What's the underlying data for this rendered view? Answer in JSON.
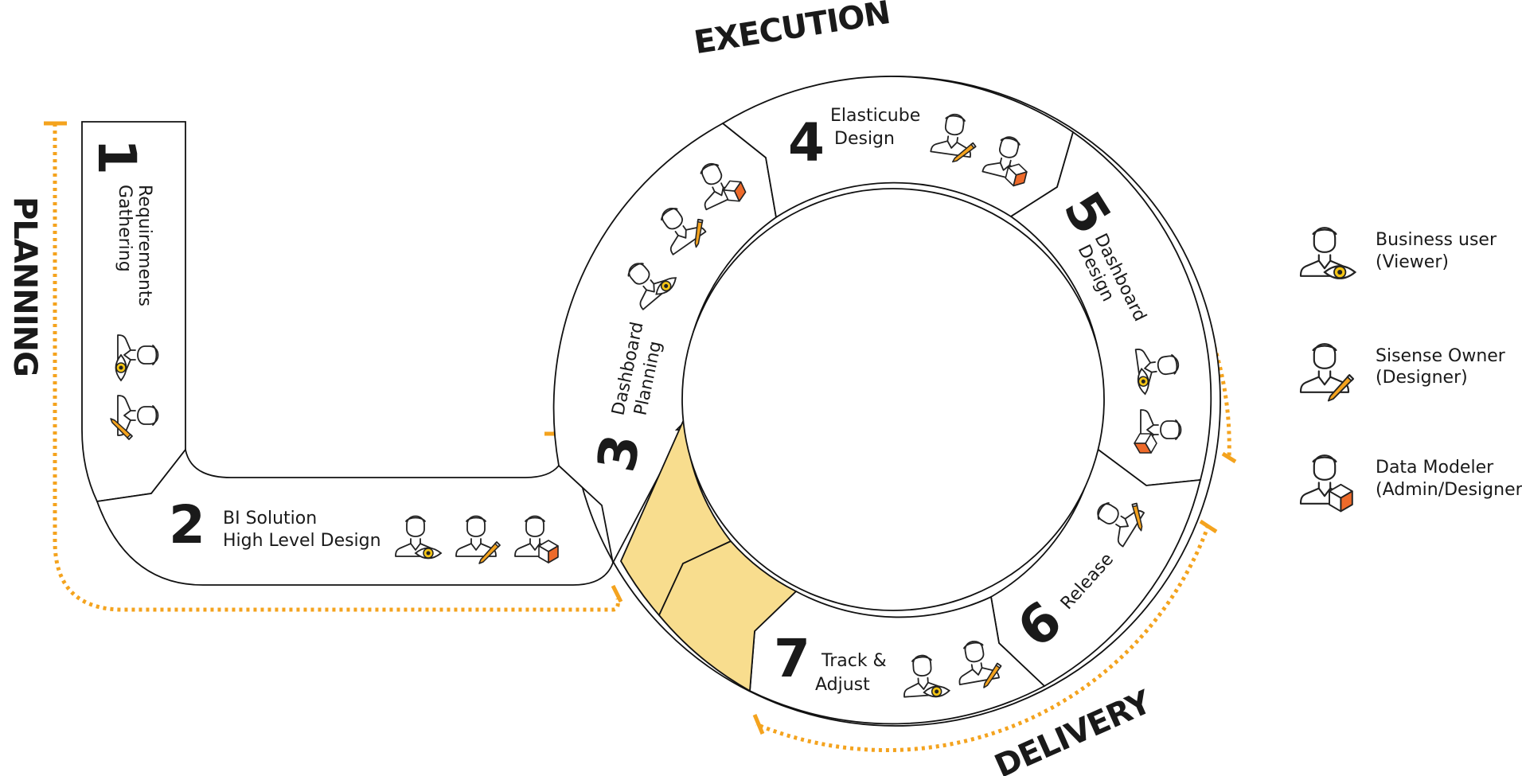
{
  "phases": {
    "planning": "PLANNING",
    "execution": "EXECUTION",
    "delivery": "DELIVERY"
  },
  "steps": [
    {
      "number": "1",
      "line1": "Requirements",
      "line2": "Gathering",
      "roles": [
        "viewer",
        "designer"
      ]
    },
    {
      "number": "2",
      "line1": "BI Solution",
      "line2": "High Level Design",
      "roles": [
        "viewer",
        "designer",
        "modeler"
      ]
    },
    {
      "number": "3",
      "line1": "Dashboard",
      "line2": "Planning",
      "roles": [
        "viewer",
        "designer",
        "modeler"
      ]
    },
    {
      "number": "4",
      "line1": "Elasticube",
      "line2": "Design",
      "roles": [
        "designer",
        "modeler"
      ]
    },
    {
      "number": "5",
      "line1": "Dashboard",
      "line2": "Design",
      "roles": [
        "viewer",
        "modeler"
      ]
    },
    {
      "number": "6",
      "line1": "Release",
      "line2": "",
      "roles": [
        "designer"
      ]
    },
    {
      "number": "7",
      "line1": "Track &",
      "line2": "Adjust",
      "roles": [
        "viewer",
        "designer"
      ]
    }
  ],
  "legend": [
    {
      "role": "viewer",
      "line1": "Business user",
      "line2": "(Viewer)",
      "icon": "user-eye-icon"
    },
    {
      "role": "designer",
      "line1": "Sisense Owner",
      "line2": "(Designer)",
      "icon": "user-pencil-icon"
    },
    {
      "role": "modeler",
      "line1": "Data Modeler",
      "line2": "(Admin/Designer)",
      "icon": "user-cube-icon"
    }
  ],
  "colors": {
    "accent_orange": "#f4a31e",
    "highlight_segment": "#f8dd8e",
    "cube_face": "#ee6a2a",
    "eye_iris": "#f4c514",
    "outline": "#111111"
  }
}
